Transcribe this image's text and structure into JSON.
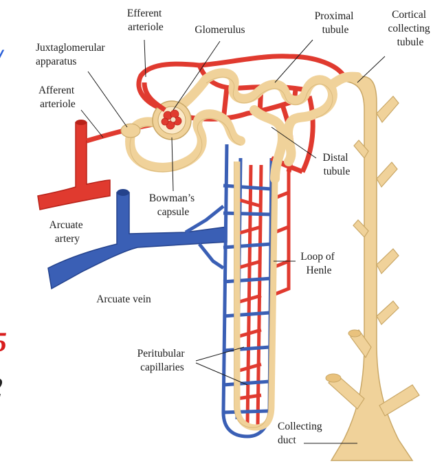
{
  "diagram": {
    "labels": {
      "efferent_arteriole": [
        "Efferent",
        "arteriole"
      ],
      "glomerulus": [
        "Glomerulus"
      ],
      "proximal_tubule": [
        "Proximal",
        "tubule"
      ],
      "cortical_collecting_tubule": [
        "Cortical",
        "collecting",
        "tubule"
      ],
      "juxtaglomerular_apparatus": [
        "Juxtaglomerular",
        "apparatus"
      ],
      "afferent_arteriole": [
        "Afferent",
        "arteriole"
      ],
      "distal_tubule": [
        "Distal",
        "tubule"
      ],
      "bowmans_capsule": [
        "Bowman’s",
        "capsule"
      ],
      "arcuate_artery": [
        "Arcuate",
        "artery"
      ],
      "loop_of_henle": [
        "Loop of",
        "Henle"
      ],
      "arcuate_vein": [
        "Arcuate vein"
      ],
      "peritubular_capillaries": [
        "Peritubular",
        "capillaries"
      ],
      "collecting_duct": [
        "Collecting",
        "duct"
      ]
    },
    "colors": {
      "artery": "#e03a2f",
      "artery_dark": "#b82219",
      "vein": "#3a5fb5",
      "vein_dark": "#24428c",
      "tubule": "#f0d29a",
      "tubule_dark": "#c9a766"
    }
  }
}
